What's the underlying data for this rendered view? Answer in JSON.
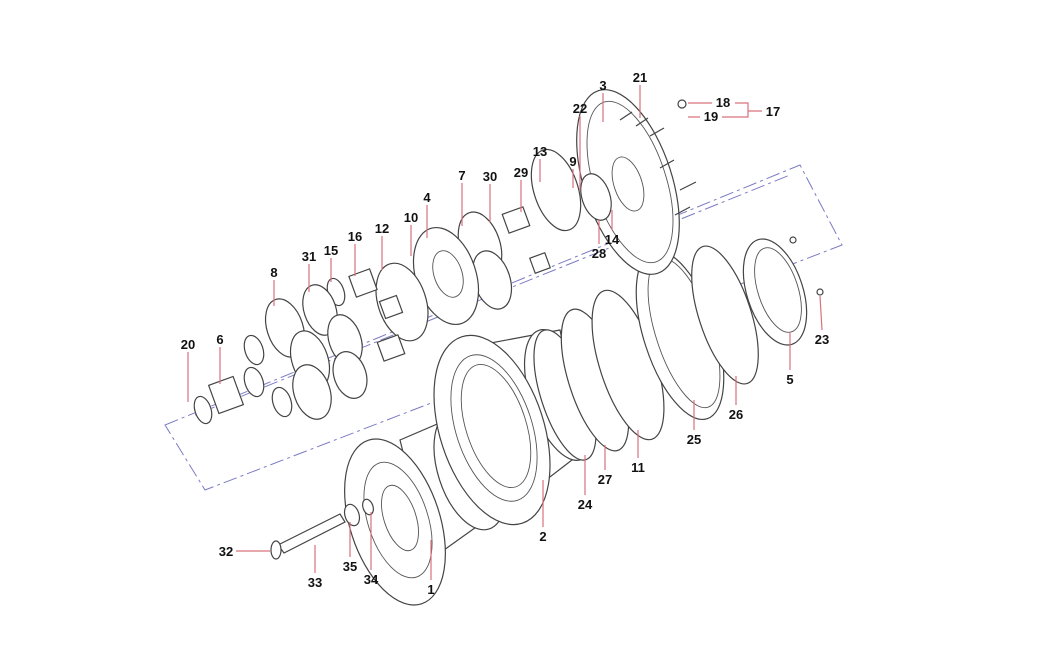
{
  "diagram": {
    "type": "exploded parts diagram",
    "labels": [
      "3",
      "21",
      "18",
      "19",
      "17",
      "22",
      "9",
      "13",
      "29",
      "30",
      "7",
      "4",
      "10",
      "12",
      "16",
      "15",
      "31",
      "8",
      "20",
      "6",
      "28",
      "14",
      "23",
      "5",
      "26",
      "25",
      "11",
      "27",
      "24",
      "2",
      "1",
      "34",
      "35",
      "33",
      "32"
    ],
    "colors": {
      "leader": "#d9727c",
      "axis": "#7b7bc6",
      "line": "#444444"
    }
  }
}
